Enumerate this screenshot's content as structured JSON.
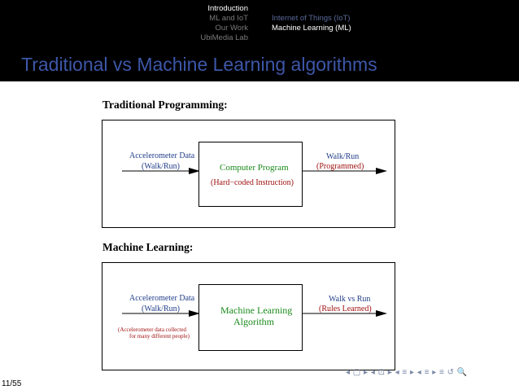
{
  "nav": {
    "sections": [
      "Introduction",
      "ML and IoT",
      "Our Work",
      "UbiMedia Lab"
    ],
    "subsections": [
      "Internet of Things (IoT)",
      "Machine Learning (ML)"
    ]
  },
  "slide_title": "Traditional vs Machine Learning algorithms",
  "traditional": {
    "heading": "Traditional Programming:",
    "input_line1": "Accelerometer Data",
    "input_line2": "(Walk/Run)",
    "box_label": "Computer Program",
    "box_sublabel": "(Hard−coded Instruction)",
    "output_line1": "Walk/Run",
    "output_line2": "(Programmed)"
  },
  "ml": {
    "heading": "Machine Learning:",
    "input_line1": "Accelerometer Data",
    "input_line2": "(Walk/Run)",
    "note_line1": "(Accelerometer data collected",
    "note_line2": "for many different people)",
    "box_label_line1": "Machine Learning",
    "box_label_line2": "Algorithm",
    "output_line1": "Walk vs Run",
    "output_line2": "(Rules Learned)"
  },
  "footer": {
    "page": "11/55",
    "nav_symbols": "◂ ▢ ▸ ◂ ⊡ ▸ ◂ ≡ ▸ ◂ ≡ ▸ ≡ ↺ 🔍"
  },
  "icons": {
    "arrow": "right-arrow-icon"
  },
  "colors": {
    "title": "#3d57a8",
    "blue": "#23408a",
    "green": "#1a8a1a",
    "red": "#a01010"
  }
}
